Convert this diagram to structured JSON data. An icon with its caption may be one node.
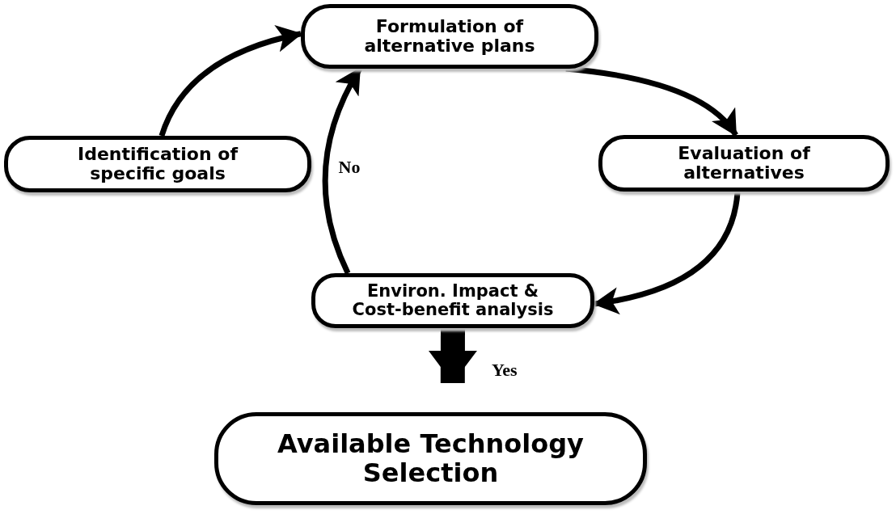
{
  "diagram": {
    "nodes": [
      {
        "text": [
          "Identification of specific goals"
        ]
      },
      {
        "text": [
          "Formulation of alternative plans"
        ]
      },
      {
        "text": [
          "Evaluation of alternatives"
        ]
      },
      {
        "text": [
          "Environ. Impact & Cost-benefit analysis"
        ]
      },
      {
        "text": [
          "Available Technology Selection"
        ]
      }
    ],
    "edges": [
      {
        "from": 0,
        "to": 1,
        "arrow": "to"
      },
      {
        "from": 1,
        "to": 2,
        "arrow": "to"
      },
      {
        "from": 2,
        "to": 3,
        "arrow": "to"
      },
      {
        "from": 3,
        "to": 1,
        "arrow": "to",
        "label": "No"
      },
      {
        "from": 3,
        "to": 4,
        "arrow": "to",
        "label": "Yes",
        "style": "thick"
      }
    ]
  }
}
